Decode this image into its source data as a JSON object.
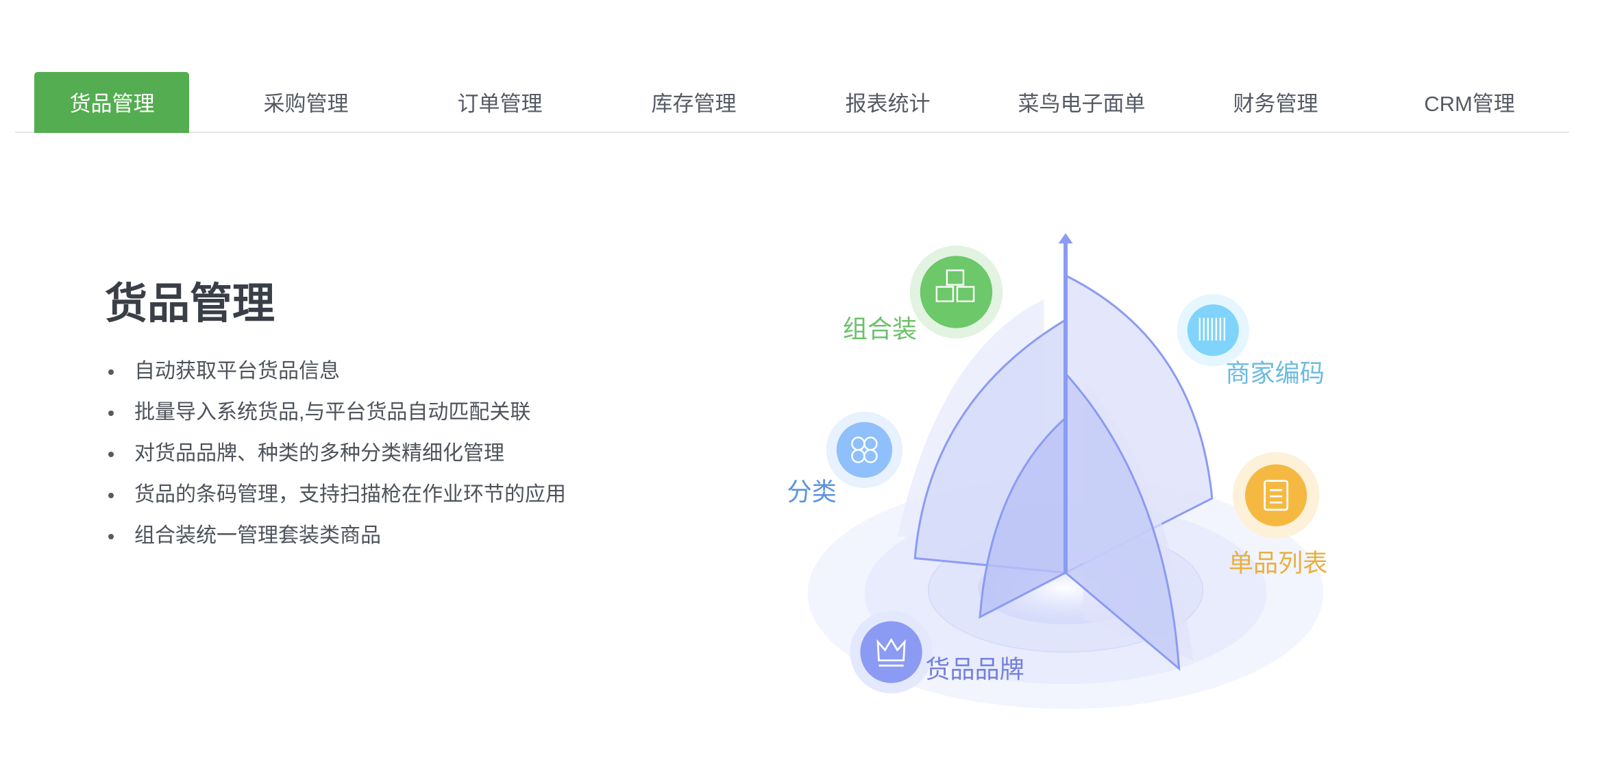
{
  "tabs": [
    {
      "label": "货品管理",
      "active": true
    },
    {
      "label": "采购管理"
    },
    {
      "label": "订单管理"
    },
    {
      "label": "库存管理"
    },
    {
      "label": "报表统计"
    },
    {
      "label": "菜鸟电子面单"
    },
    {
      "label": "财务管理"
    },
    {
      "label": "CRM管理"
    }
  ],
  "content": {
    "title": "货品管理",
    "bullets": [
      "自动获取平台货品信息",
      "批量导入系统货品,与平台货品自动匹配关联",
      "对货品品牌、种类的多种分类精细化管理",
      "货品的条码管理，支持扫描枪在作业环节的应用",
      "组合装统一管理套装类商品"
    ]
  },
  "illustration": {
    "features": [
      {
        "label": "组合装",
        "icon": "boxes-icon",
        "color": "#6cc869"
      },
      {
        "label": "商家编码",
        "icon": "barcode-icon",
        "color": "#80d4fb"
      },
      {
        "label": "分类",
        "icon": "category-icon",
        "color": "#8fc0fb"
      },
      {
        "label": "单品列表",
        "icon": "clipboard-icon",
        "color": "#f5b942"
      },
      {
        "label": "货品品牌",
        "icon": "crown-icon",
        "color": "#8b9bf3"
      }
    ]
  },
  "colors": {
    "accent": "#54ad50",
    "sail": "#8b9bf3"
  }
}
